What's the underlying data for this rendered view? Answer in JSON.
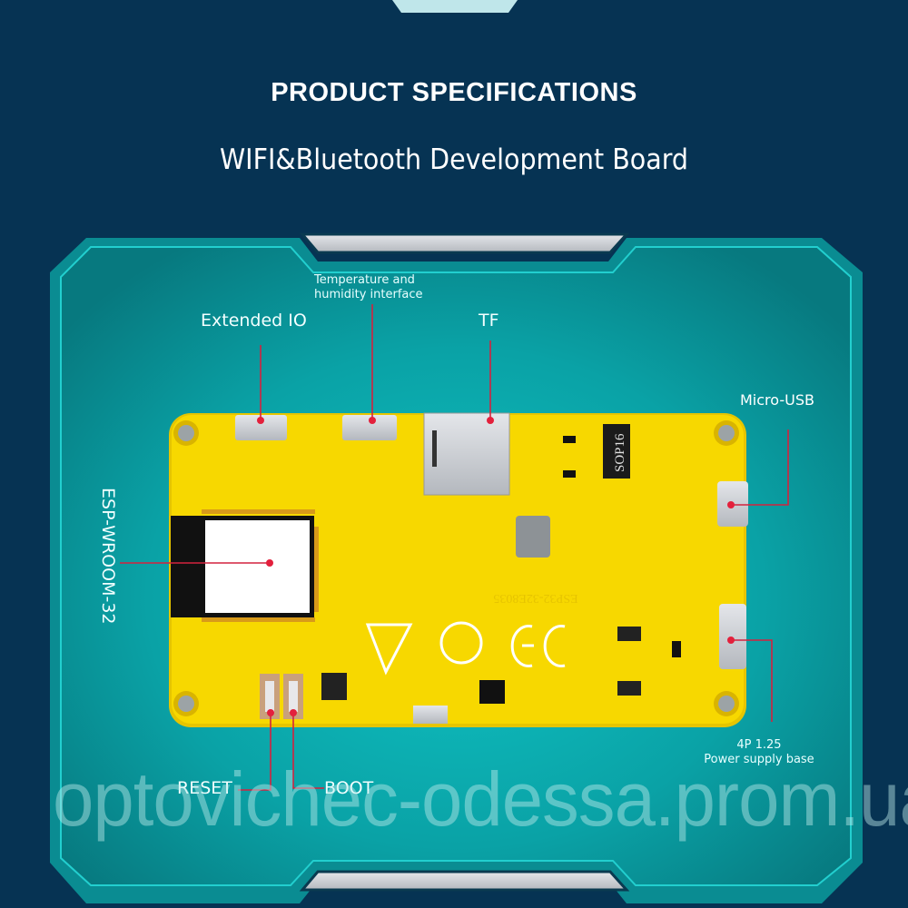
{
  "header": {
    "title": "PRODUCT SPECIFICATIONS",
    "subtitle": "WIFI&Bluetooth Development Board"
  },
  "labels": {
    "extended_io": "Extended IO",
    "temp_humidity_line1": "Temperature and",
    "temp_humidity_line2": "humidity interface",
    "tf": "TF",
    "micro_usb": "Micro-USB",
    "esp_module": "ESP-WROOM-32",
    "power_line1": "4P 1.25",
    "power_line2": "Power supply base",
    "reset": "RESET",
    "boot": "BOOT"
  },
  "board": {
    "chip_label": "SOP16",
    "silkscreen": "ESP32-32E8035",
    "pcb_color": "#f7d800",
    "callout_color": "#d4223e"
  },
  "watermark": "optovichec-odessa.prom.ua",
  "colors": {
    "background": "#063353",
    "panel": "#0aa6a8",
    "frame": "#1cc6c6"
  }
}
